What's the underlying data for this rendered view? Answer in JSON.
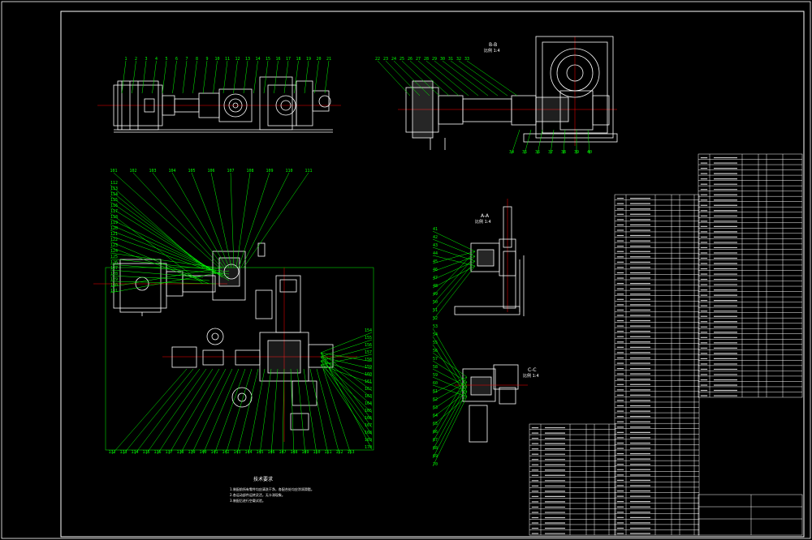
{
  "sheet": {
    "background": "#000000",
    "border_color": "#ffffff",
    "callout_color": "#00ff00",
    "body_color": "#ffffff",
    "centerline_color": "#ff0000"
  },
  "views": {
    "top_section_label": "B-B",
    "top_section_scale": "比例 1:4",
    "side_section_label": "A-A",
    "side_section_scale": "比例 1:4",
    "lower_section_label": "C-C",
    "lower_section_scale": "比例 1:4"
  },
  "notes": {
    "title": "技术要求",
    "lines": [
      "1.装配前所有零件均应清洗干净，各配合处均应涂润滑脂。",
      "2.各运动部件运转灵活，无卡滞现象。",
      "3.装配后进行空载试验。"
    ]
  },
  "callouts_top_left": [
    "1",
    "2",
    "3",
    "4",
    "5",
    "6",
    "7",
    "8",
    "9",
    "10",
    "11",
    "12",
    "13",
    "14",
    "15",
    "16",
    "17",
    "18",
    "19",
    "20",
    "21"
  ],
  "callouts_top_right": [
    "22",
    "23",
    "24",
    "25",
    "26",
    "27",
    "28",
    "29",
    "30",
    "31",
    "32",
    "33",
    "34",
    "35",
    "36",
    "37",
    "38",
    "39",
    "40"
  ],
  "callouts_main_top": [
    "101",
    "102",
    "103",
    "104",
    "105",
    "106",
    "107",
    "108",
    "109",
    "110",
    "111"
  ],
  "callouts_main_left": [
    "112",
    "113",
    "114",
    "115",
    "116",
    "117",
    "118",
    "119",
    "120",
    "121",
    "122",
    "123",
    "124",
    "125",
    "126",
    "127",
    "128",
    "129",
    "130",
    "131"
  ],
  "callouts_main_bottom": [
    "132",
    "133",
    "134",
    "135",
    "136",
    "137",
    "138",
    "139",
    "140",
    "141",
    "142",
    "143",
    "144",
    "145",
    "146",
    "147",
    "148",
    "149",
    "150",
    "151",
    "152",
    "153"
  ],
  "callouts_main_right": [
    "154",
    "155",
    "156",
    "157",
    "158",
    "159",
    "160",
    "161",
    "162",
    "163",
    "164",
    "165",
    "166",
    "167",
    "168",
    "169",
    "170"
  ],
  "callouts_mid_left": [
    "41",
    "42",
    "43",
    "44",
    "45",
    "46",
    "47",
    "48",
    "49",
    "50",
    "51",
    "52",
    "53",
    "54",
    "55",
    "56",
    "57",
    "58",
    "59",
    "60",
    "61",
    "62",
    "63",
    "64",
    "65",
    "66",
    "67",
    "68",
    "69",
    "70"
  ]
}
